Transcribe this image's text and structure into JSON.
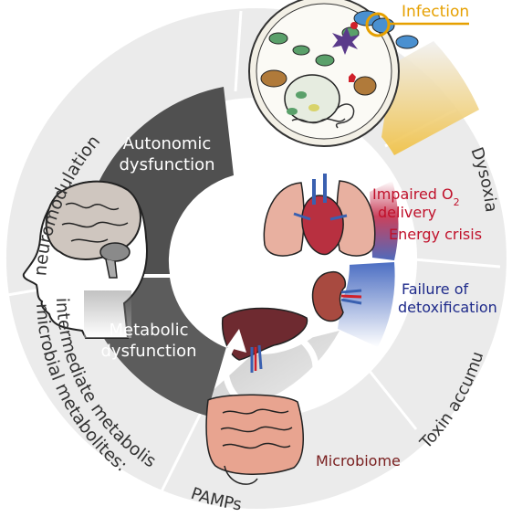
{
  "outer_ring": {
    "neuromodulation": "neuromodulation",
    "microbial_line1": "microbial metabolites:",
    "microbial_line2": "intermediate metabolism",
    "pamps": "PAMPs",
    "toxin": "Toxin accumul.",
    "dysoxia": "Dysoxia"
  },
  "inner_ring": {
    "autonomic_line1": "Autonomic",
    "autonomic_line2": "dysfunction",
    "metabolic_line1": "Metabolic",
    "metabolic_line2": "dysfunction"
  },
  "labels": {
    "infection": "Infection",
    "impaired_prefix": "Impaired O",
    "impaired_sub": "2",
    "impaired_line2": "delivery",
    "energy_crisis": "Energy crisis",
    "failure_line1": "Failure of",
    "failure_line2": "detoxification",
    "microbiome": "Microbiome"
  },
  "colors": {
    "outer_ring": "#ebebeb",
    "autonomic": "#505050",
    "metabolic": "#5c5c5c",
    "infection": "#e6a000",
    "impaired": "#c0102a",
    "failure": "#1e2a8a",
    "microbiome": "#7a2020",
    "organ_red": "#e8a490"
  }
}
